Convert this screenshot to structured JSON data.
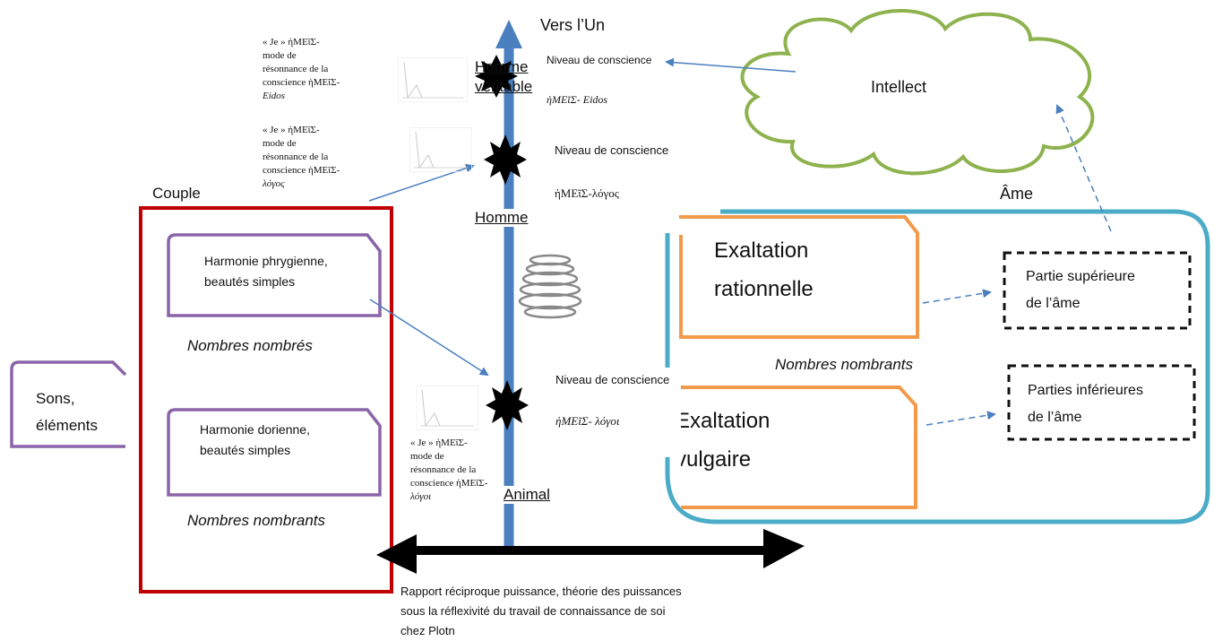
{
  "title_top": "Vers l’Un",
  "levels": {
    "top_label": "Homme véritable",
    "top_label_l1": "Homme",
    "top_label_l2": "véritable",
    "mid_label": "Homme",
    "bottom_label": "Animal"
  },
  "consciousness": {
    "top_line1": "Niveau de conscience",
    "top_line2": "ἡΜΕῖΣ- Eidos",
    "mid_line1": "Niveau de conscience",
    "mid_line2": "ἡΜΕῖΣ-λόγος",
    "bottom_line1": "Niveau de conscience",
    "bottom_line2": "ἡΜΕῖΣ- λόγοι"
  },
  "resonance_notes": {
    "eidos": [
      "« Je » ἡΜΕῖΣ-",
      "mode de",
      "résonnance de la",
      "conscience ἡΜΕῖΣ-",
      "Eidos"
    ],
    "logos": [
      "« Je » ἡΜΕῖΣ-",
      "mode de",
      "résonnance de la",
      "conscience ἡΜΕῖΣ-",
      "λόγος"
    ],
    "logoi": [
      "« Je » ἡΜΕῖΣ-",
      "mode de",
      "résonnance de la",
      "conscience ἡΜΕῖΣ-",
      "λόγοι"
    ]
  },
  "couple": {
    "title": "Couple",
    "box1_line1": "Harmonie phrygienne,",
    "box1_line2": "beautés simples",
    "numbers1": "Nombres nombrés",
    "box2_line1": "Harmonie dorienne,",
    "box2_line2": "beautés simples",
    "numbers2": "Nombres nombrants"
  },
  "sons": {
    "line1": "Sons,",
    "line2": "éléments"
  },
  "intellect": "Intellect",
  "ame": {
    "title": "Âme",
    "exalt1_line1": "Exaltation",
    "exalt1_line2": "rationnelle",
    "numbers": "Nombres nombrants",
    "exalt2_line1": "Exaltation",
    "exalt2_line2": "vulgaire",
    "upper_line1": "Partie supérieure",
    "upper_line2": "de l’âme",
    "lower_line1": "Parties inférieures",
    "lower_line2": "de l’âme"
  },
  "caption": {
    "line1": "Rapport réciproque puissance, théorie des puissances",
    "line2": "sous la réflexivité du travail de connaissance de soi",
    "line3": "chez Plotn"
  },
  "colors": {
    "axis_blue": "#4a7fc0",
    "couple_red": "#c00000",
    "box_purple": "#8a64a8",
    "cloud_green": "#8db24e",
    "ame_teal": "#4aacc6",
    "exalt_orange": "#f29a4a",
    "arrow_blue": "#4a7fc0"
  },
  "icons": [
    "starburst-icon",
    "spring-icon",
    "cloud-icon",
    "double-arrow-icon"
  ]
}
